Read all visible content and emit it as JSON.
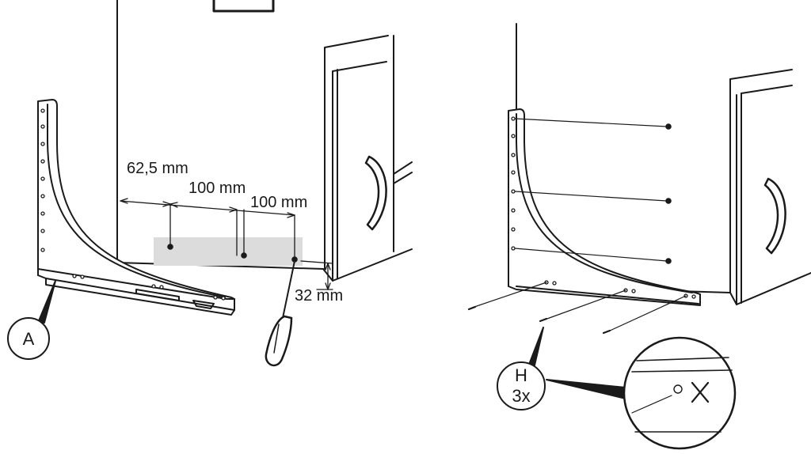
{
  "panel_left": {
    "dimensions": {
      "edge_offset": "62,5 mm",
      "spacing_1": "100 mm",
      "spacing_2": "100 mm",
      "height_from_bottom": "32 mm"
    },
    "callout_part": "A"
  },
  "panel_right": {
    "callout_part": "H",
    "callout_qty": "3x"
  },
  "colors": {
    "line": "#1a1a1a",
    "template_band": "#dcdcdc",
    "bracket_fill": "#ffffff"
  }
}
